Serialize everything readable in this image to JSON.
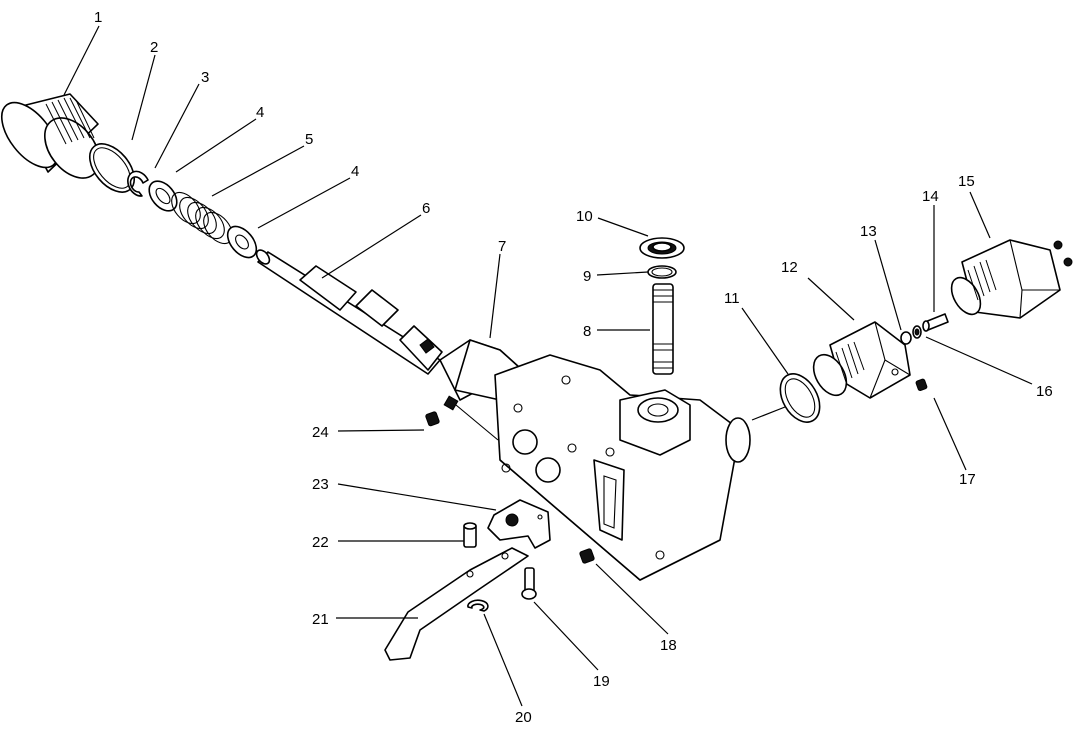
{
  "labels": {
    "1": "1",
    "2": "2",
    "3": "3",
    "4a": "4",
    "5": "5",
    "4b": "4",
    "6": "6",
    "7": "7",
    "8": "8",
    "9": "9",
    "10": "10",
    "11": "11",
    "12": "12",
    "13": "13",
    "14": "14",
    "15": "15",
    "16": "16",
    "17": "17",
    "18": "18",
    "19": "19",
    "20": "20",
    "21": "21",
    "22": "22",
    "23": "23",
    "24": "24"
  }
}
